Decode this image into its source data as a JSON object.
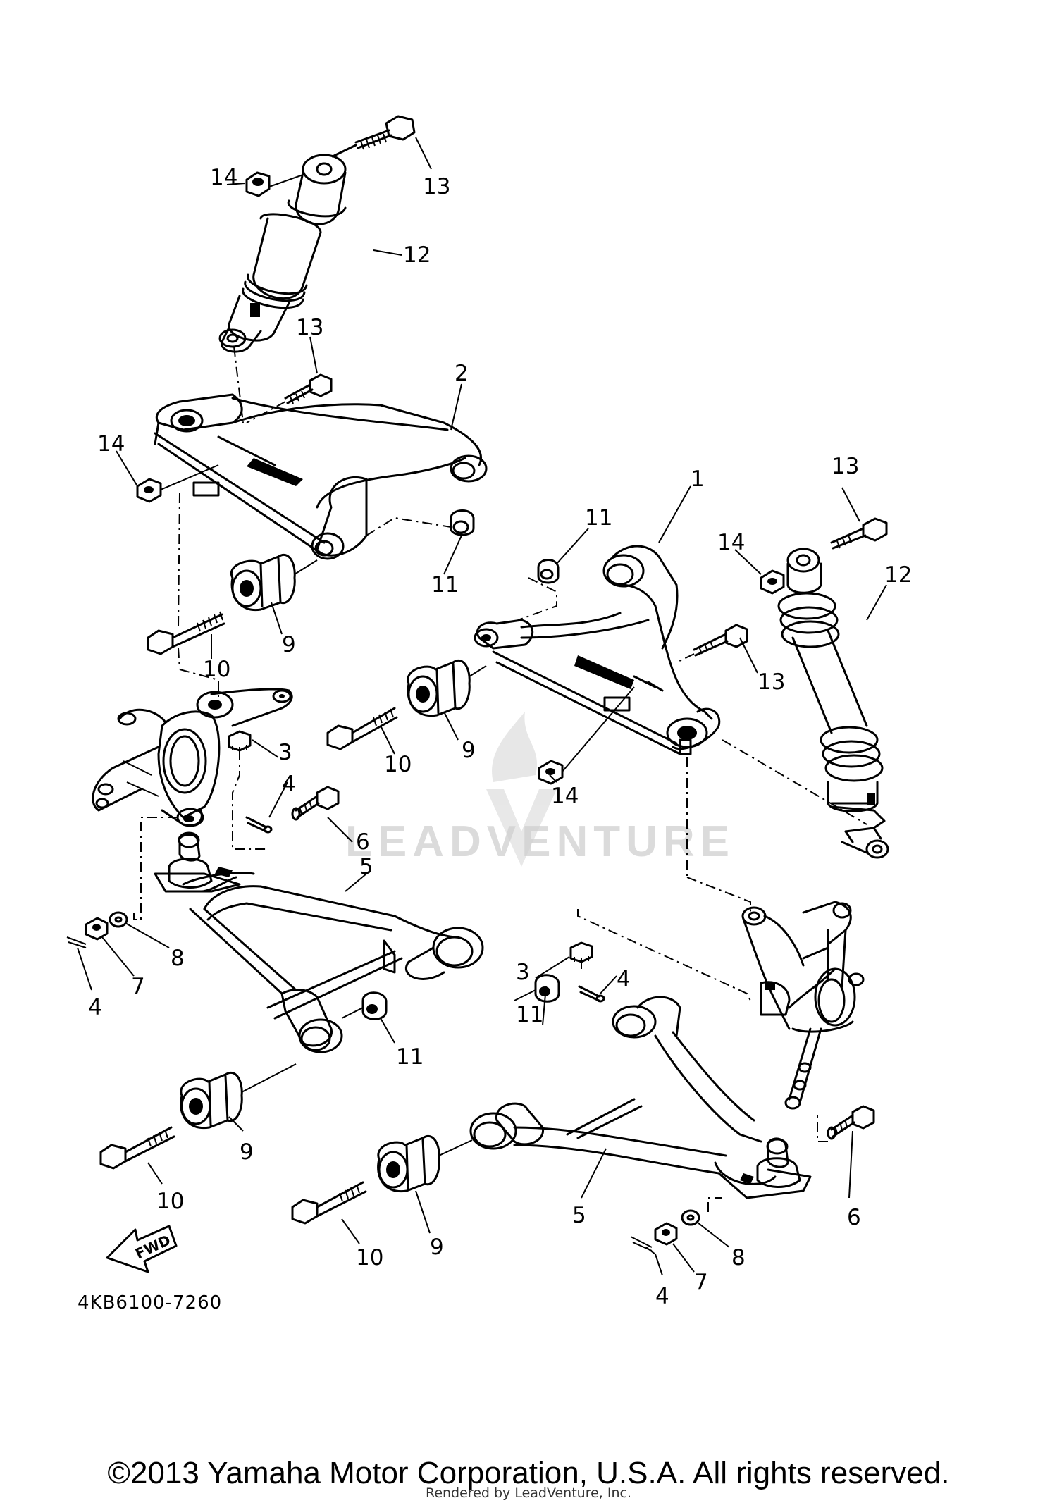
{
  "diagram": {
    "code": "4KB6100-7260",
    "fwd_label": "FWD",
    "watermark": "LEADVENTURE",
    "callouts": [
      "1",
      "2",
      "3",
      "3",
      "4",
      "4",
      "4",
      "4",
      "5",
      "5",
      "6",
      "6",
      "7",
      "7",
      "8",
      "8",
      "9",
      "9",
      "9",
      "9",
      "10",
      "10",
      "10",
      "10",
      "11",
      "11",
      "11",
      "11",
      "12",
      "12",
      "13",
      "13",
      "13",
      "13",
      "14",
      "14",
      "14",
      "14"
    ]
  },
  "footer": {
    "copyright": "©2013 Yamaha Motor Corporation, U.S.A. All rights reserved.",
    "rendered_by": "Rendered by LeadVenture, Inc."
  }
}
